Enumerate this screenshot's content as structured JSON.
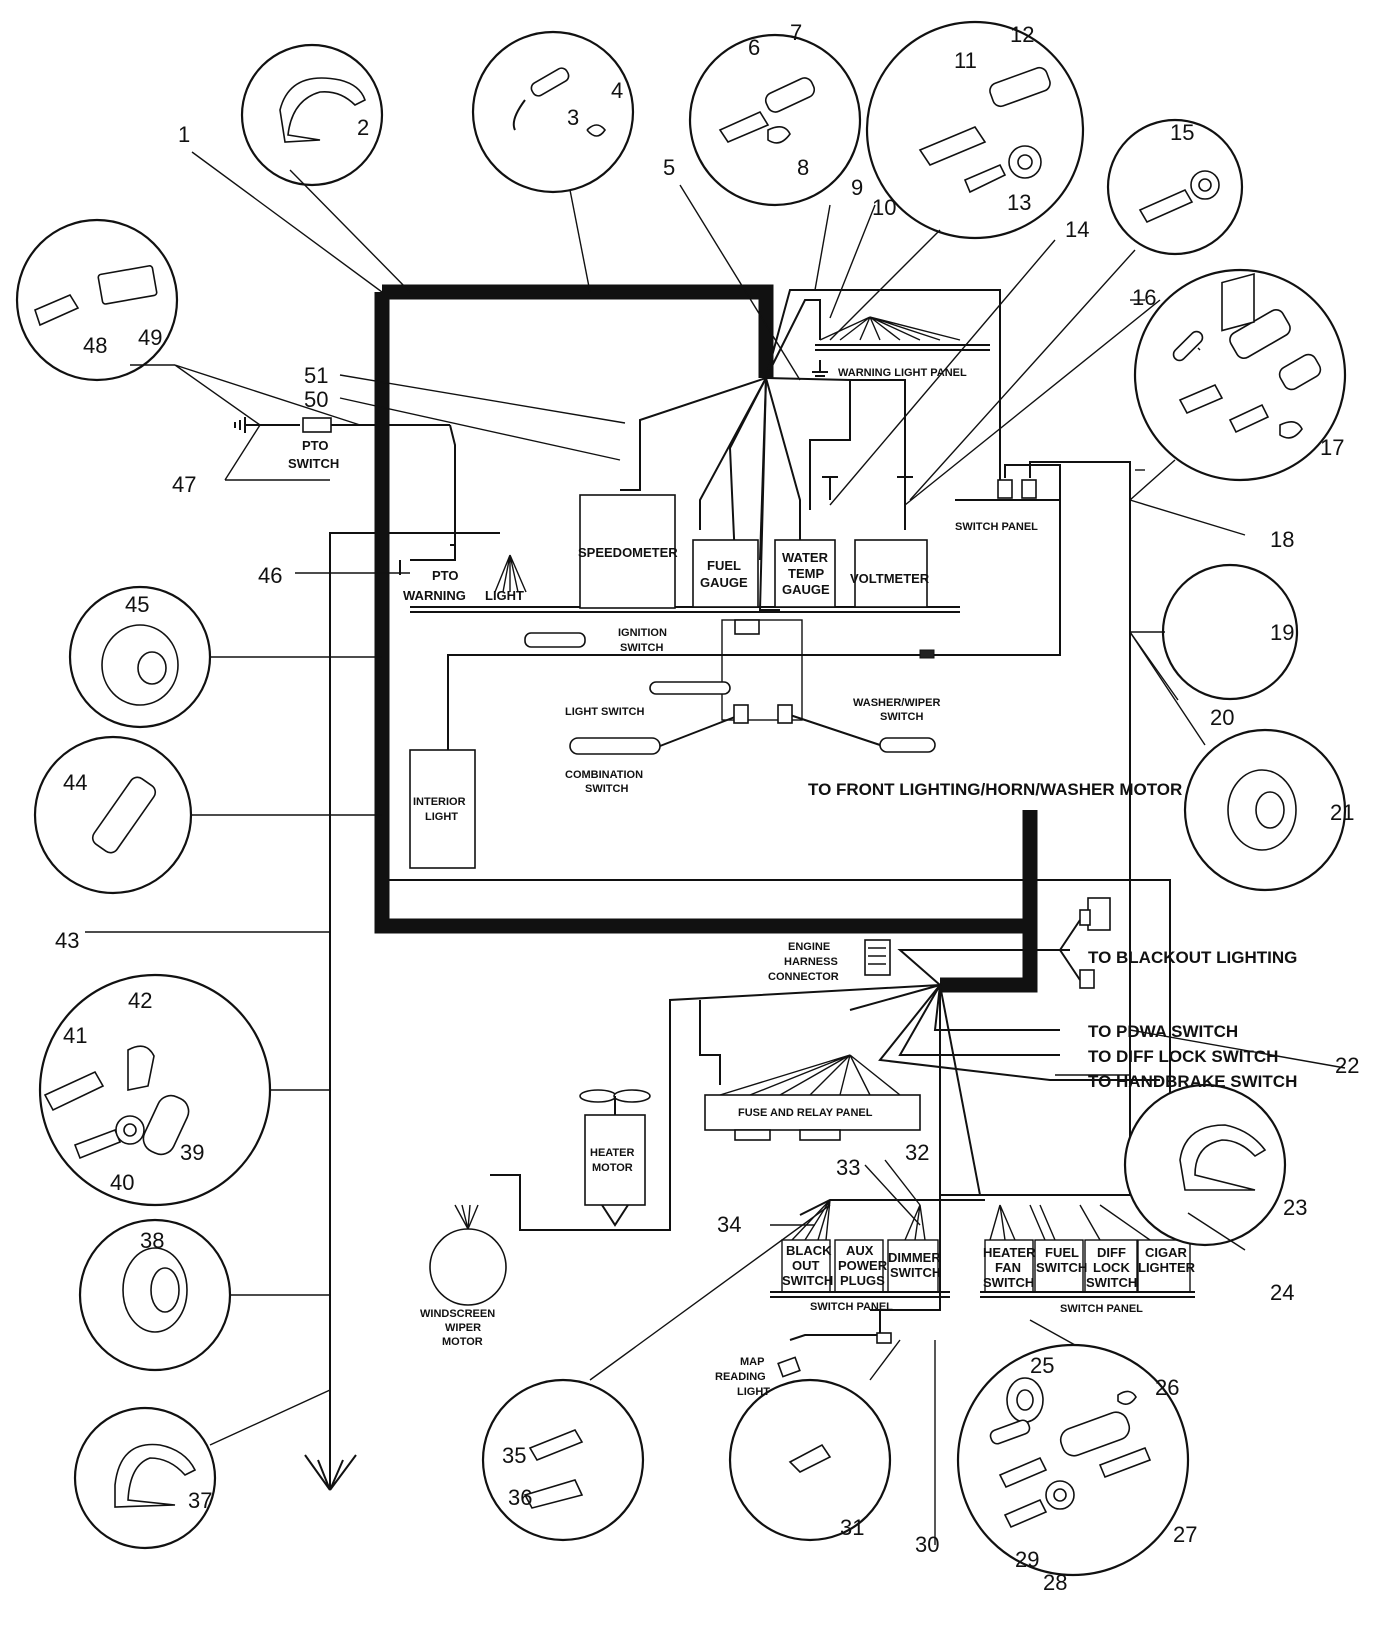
{
  "numbers": {
    "n1": "1",
    "n2": "2",
    "n3": "3",
    "n4": "4",
    "n5": "5",
    "n6": "6",
    "n7": "7",
    "n8": "8",
    "n9": "9",
    "n10": "10",
    "n11": "11",
    "n12": "12",
    "n13": "13",
    "n14": "14",
    "n15": "15",
    "n16": "16",
    "n17": "17",
    "n18": "18",
    "n19": "19",
    "n20": "20",
    "n21": "21",
    "n22": "22",
    "n23": "23",
    "n24": "24",
    "n25": "25",
    "n26": "26",
    "n27": "27",
    "n28": "28",
    "n29": "29",
    "n30": "30",
    "n31": "31",
    "n32": "32",
    "n33": "33",
    "n34": "34",
    "n35": "35",
    "n36": "36",
    "n37": "37",
    "n38": "38",
    "n39": "39",
    "n40": "40",
    "n41": "41",
    "n42": "42",
    "n43": "43",
    "n44": "44",
    "n45": "45",
    "n46": "46",
    "n47": "47",
    "n48": "48",
    "n49": "49",
    "n50": "50",
    "n51": "51"
  },
  "labels": {
    "pto_switch_1": "PTO",
    "pto_switch_2": "SWITCH",
    "warning_light_panel": "WARNING LIGHT PANEL",
    "speedometer": "SPEEDOMETER",
    "fuel_gauge_1": "FUEL",
    "fuel_gauge_2": "GAUGE",
    "water_temp_1": "WATER",
    "water_temp_2": "TEMP",
    "water_temp_3": "GAUGE",
    "voltmeter": "VOLTMETER",
    "switch_panel_top": "SWITCH PANEL",
    "pto_warning_1": "PTO",
    "pto_warning_2": "WARNING",
    "pto_warning_3": "LIGHT",
    "ignition_1": "IGNITION",
    "ignition_2": "SWITCH",
    "light_switch": "LIGHT SWITCH",
    "washer_1": "WASHER/WIPER",
    "washer_2": "SWITCH",
    "combination_1": "COMBINATION",
    "combination_2": "SWITCH",
    "interior_1": "INTERIOR",
    "interior_2": "LIGHT",
    "front_lighting": "TO FRONT LIGHTING/HORN/WASHER MOTOR",
    "engine_1": "ENGINE",
    "engine_2": "HARNESS",
    "engine_3": "CONNECTOR",
    "blackout_lighting": "TO BLACKOUT LIGHTING",
    "pdwa_switch": "TO PDWA SWITCH",
    "diff_lock_switch": "TO DIFF  LOCK SWITCH",
    "handbrake_switch": "TO HANDBRAKE SWITCH",
    "fuse_relay": "FUSE AND RELAY PANEL",
    "heater_motor_1": "HEATER",
    "heater_motor_2": "MOTOR",
    "blackout_sw_1": "BLACK",
    "blackout_sw_2": "OUT",
    "blackout_sw_3": "SWITCH",
    "aux_1": "AUX",
    "aux_2": "POWER",
    "aux_3": "PLUGS",
    "dimmer_1": "DIMMER",
    "dimmer_2": "SWITCH",
    "switch_panel_left": "SWITCH PANEL",
    "heater_fan_1": "HEATER",
    "heater_fan_2": "FAN",
    "heater_fan_3": "SWITCH",
    "fuel_sw_1": "FUEL",
    "fuel_sw_2": "SWITCH",
    "diff_lock_1": "DIFF",
    "diff_lock_2": "LOCK",
    "diff_lock_3": "SWITCH",
    "cigar_1": "CIGAR",
    "cigar_2": "LIGHTER",
    "switch_panel_right": "SWITCH PANEL",
    "wiper_1": "WINDSCREEN",
    "wiper_2": "WIPER",
    "wiper_3": "MOTOR",
    "map_1": "MAP",
    "map_2": "READING",
    "map_3": "LIGHT"
  },
  "colors": {
    "ink": "#111111",
    "background": "#ffffff"
  }
}
